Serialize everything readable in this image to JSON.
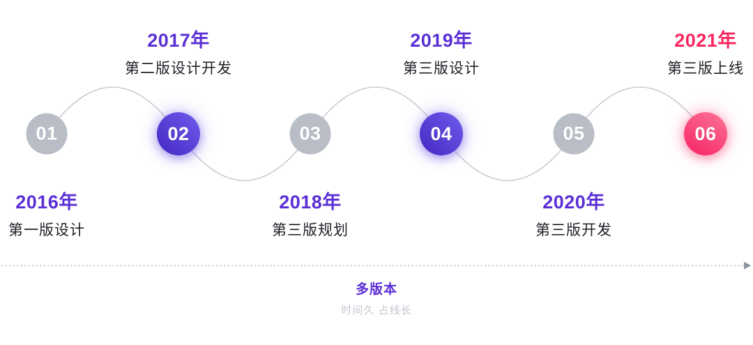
{
  "timeline": {
    "items": [
      {
        "num": "01",
        "year": "2016年",
        "desc": "第一版设计",
        "label_position": "bottom",
        "state": "inactive"
      },
      {
        "num": "02",
        "year": "2017年",
        "desc": "第二版设计开发",
        "label_position": "top",
        "state": "active"
      },
      {
        "num": "03",
        "year": "2018年",
        "desc": "第三版规划",
        "label_position": "bottom",
        "state": "inactive"
      },
      {
        "num": "04",
        "year": "2019年",
        "desc": "第三版设计",
        "label_position": "top",
        "state": "active"
      },
      {
        "num": "05",
        "year": "2020年",
        "desc": "第三版开发",
        "label_position": "bottom",
        "state": "inactive"
      },
      {
        "num": "06",
        "year": "2021年",
        "desc": "第三版上线",
        "label_position": "top",
        "state": "final"
      }
    ]
  },
  "footer": {
    "title": "多版本",
    "subtitle": "时间久 占线长"
  },
  "colors": {
    "accent_purple": "#5b2fd6",
    "accent_pink": "#f8275e",
    "node_purple_gradient": [
      "#6e5cec",
      "#4527c2"
    ],
    "node_pink_gradient": [
      "#fc7497",
      "#f62365"
    ],
    "inactive_gray": "#b9bdc6",
    "text_dark": "#1f2126",
    "muted_gray": "#c3c6ce",
    "wave_line": "#c9ccd3",
    "divider_line": "#c6c9cf",
    "arrow_gray": "#8d939c",
    "background": "#ffffff"
  }
}
